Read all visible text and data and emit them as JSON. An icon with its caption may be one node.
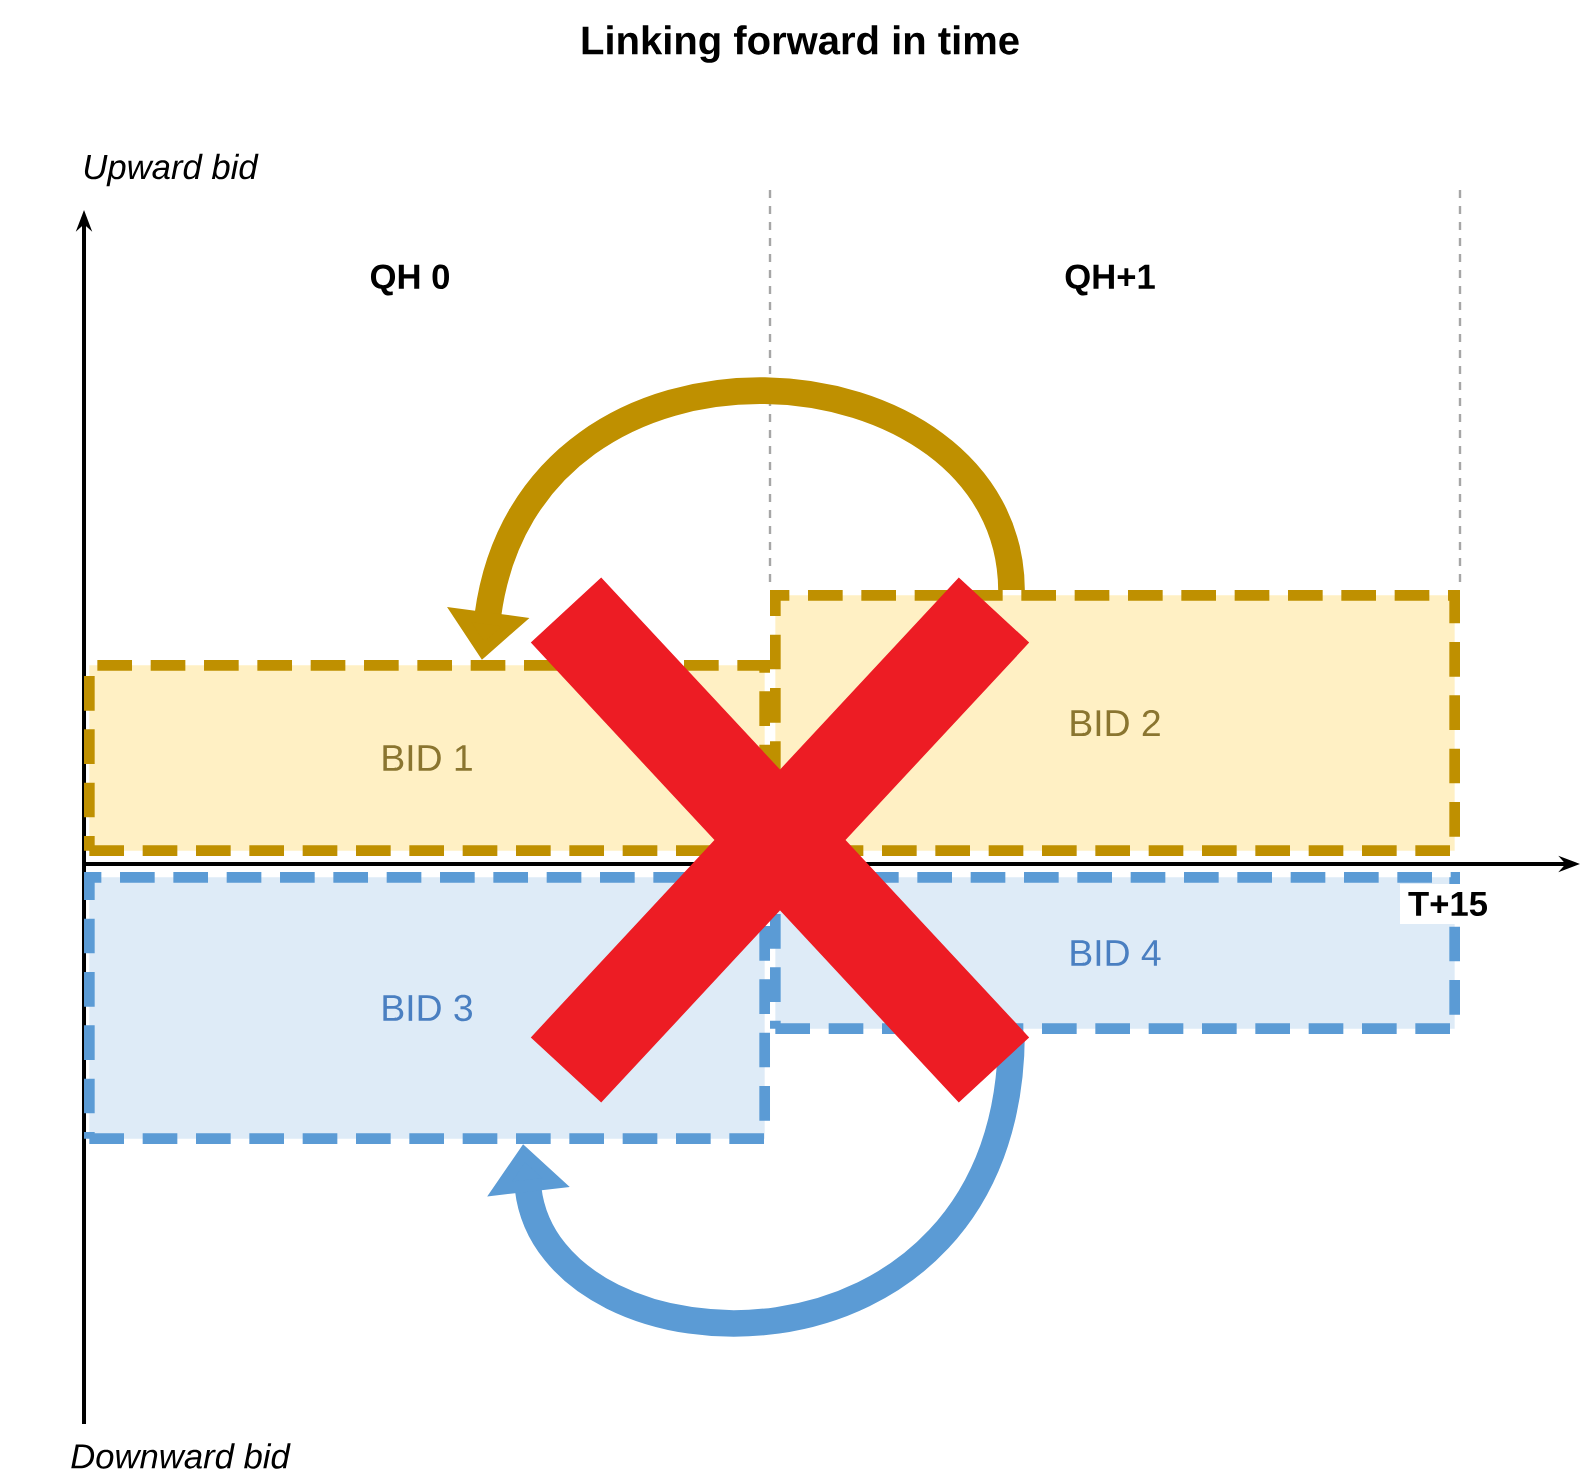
{
  "diagram": {
    "title": "Linking forward in time",
    "nodes": [
      {
        "text": [
          "BID 1"
        ]
      },
      {
        "text": [
          "BID 2"
        ]
      },
      {
        "text": [
          "BID 3"
        ]
      },
      {
        "text": [
          "BID 4"
        ]
      }
    ],
    "edges": [
      {
        "from": 1,
        "to": 0,
        "arrow": "to",
        "color": "#bf9000"
      },
      {
        "from": 3,
        "to": 2,
        "arrow": "to",
        "color": "#5b9bd5"
      }
    ],
    "labels": [
      "Upward bid",
      "QH 0",
      "QH+1",
      "T+15",
      "Downward bid"
    ]
  }
}
